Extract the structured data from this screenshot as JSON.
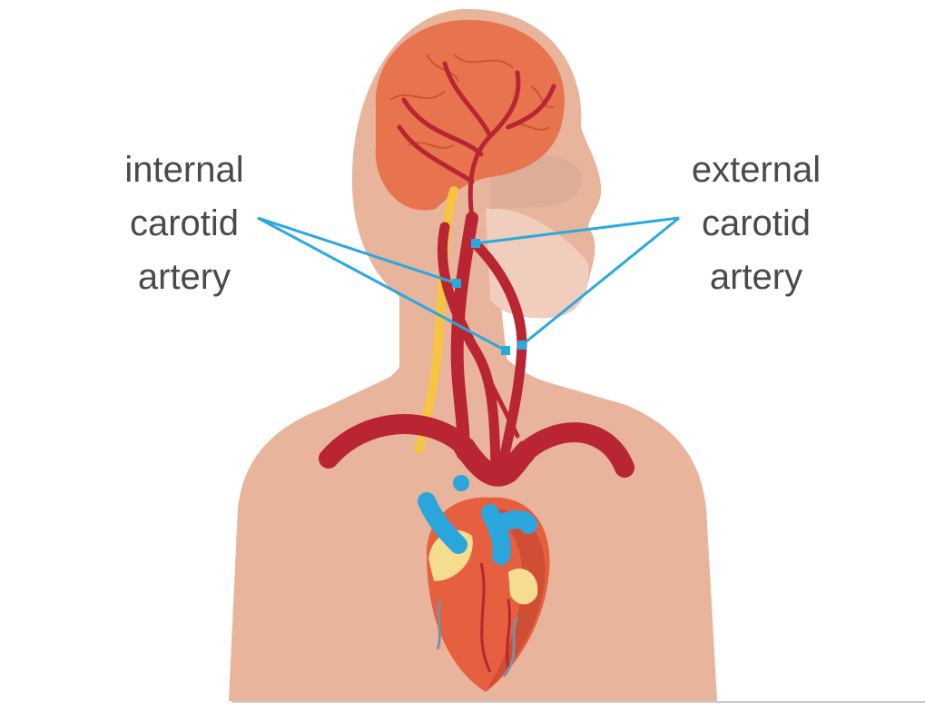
{
  "labels": {
    "internal": {
      "lines": [
        "internal",
        "carotid",
        "artery"
      ]
    },
    "external": {
      "lines": [
        "external",
        "carotid",
        "artery"
      ]
    }
  },
  "colors": {
    "skin": "#e8b49c",
    "skin_shadow": "#d9a38a",
    "brain": "#e8744f",
    "artery": "#b92532",
    "vein": "#2aa6dd",
    "nerve": "#f6c343",
    "heart": "#e6603f",
    "fat": "#f6dc8e",
    "leader_line": "#29a9de",
    "text": "#4a4a4a"
  },
  "icons": [
    "head-silhouette",
    "brain-icon",
    "heart-icon"
  ]
}
